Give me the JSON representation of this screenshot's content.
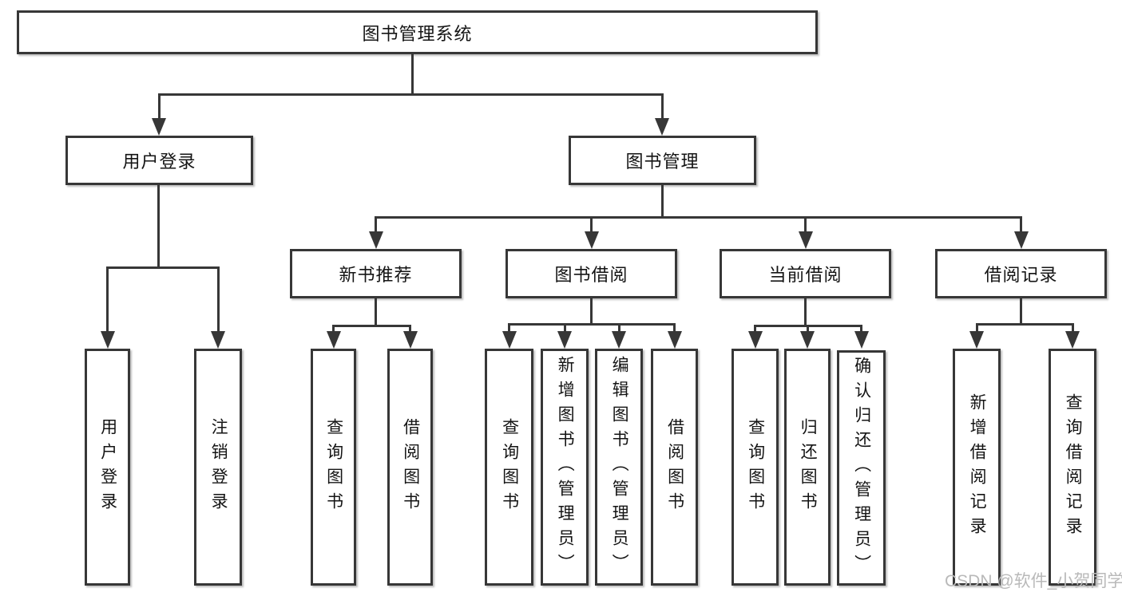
{
  "tree": {
    "label": "图书管理系统",
    "children": [
      {
        "label": "用户登录",
        "children": [
          {
            "label": "用户登录"
          },
          {
            "label": "注销登录"
          }
        ]
      },
      {
        "label": "图书管理",
        "children": [
          {
            "label": "新书推荐",
            "children": [
              {
                "label": "查询图书"
              },
              {
                "label": "借阅图书"
              }
            ]
          },
          {
            "label": "图书借阅",
            "children": [
              {
                "label": "查询图书"
              },
              {
                "label": "新增图书（管理员）"
              },
              {
                "label": "编辑图书（管理员）"
              },
              {
                "label": "借阅图书"
              }
            ]
          },
          {
            "label": "当前借阅",
            "children": [
              {
                "label": "查询图书"
              },
              {
                "label": "归还图书"
              },
              {
                "label": "确认归还（管理员）"
              }
            ]
          },
          {
            "label": "借阅记录",
            "children": [
              {
                "label": "新增借阅记录"
              },
              {
                "label": "查询借阅记录"
              }
            ]
          }
        ]
      }
    ]
  },
  "watermark": "CSDN @软件_小贺同学",
  "colors": {
    "line": "#373737",
    "text": "#141414",
    "background": "#ffffff",
    "watermark": "#b9b9b9"
  }
}
